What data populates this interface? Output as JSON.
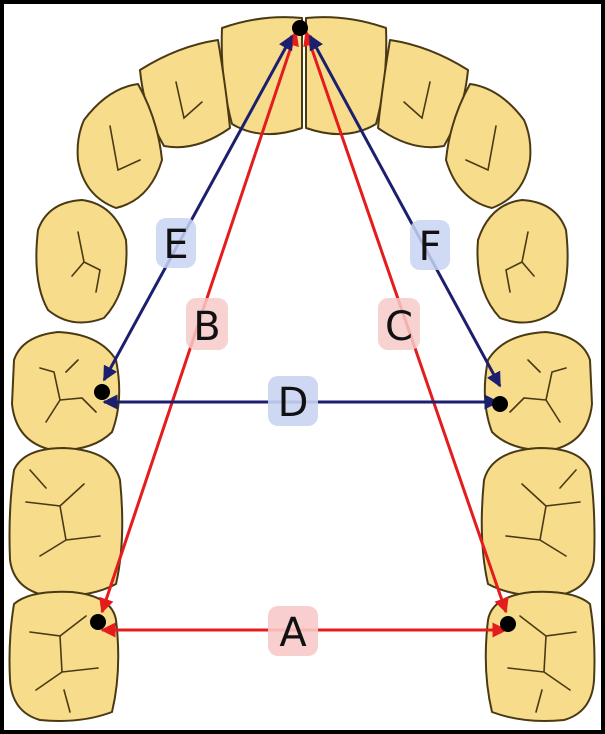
{
  "colors": {
    "tooth_fill": "#f7dc8c",
    "tooth_stroke": "#4a3a14",
    "blue_arrow": "#1c1f6e",
    "red_arrow": "#e41c1c",
    "label_text": "#111111",
    "label_blue_glow": "#c9d4f2",
    "label_red_glow": "#f7c9c9",
    "border": "#000000"
  },
  "labels": {
    "a": "A",
    "b": "B",
    "c": "C",
    "d": "D",
    "e": "E",
    "f": "F"
  }
}
